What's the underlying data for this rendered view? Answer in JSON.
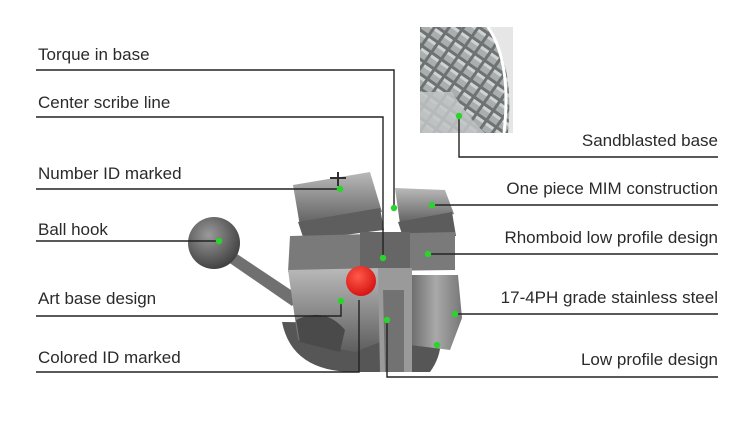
{
  "labels": {
    "torque_in_base": "Torque in base",
    "center_scribe_line": "Center scribe line",
    "number_id_marked": "Number ID marked",
    "ball_hook": "Ball hook",
    "art_base_design": "Art base design",
    "colored_id_marked": "Colored ID marked",
    "sandblasted_base": "Sandblasted base",
    "one_piece_mim": "One piece MIM construction",
    "rhomboid_low_profile": "Rhomboid low profile design",
    "stainless_steel": "17-4PH grade stainless steel",
    "low_profile_design": "Low profile design"
  },
  "colors": {
    "marker": "#2bd42b",
    "colored_id": "#ee1c1c",
    "metal": "#8a8a8a"
  }
}
